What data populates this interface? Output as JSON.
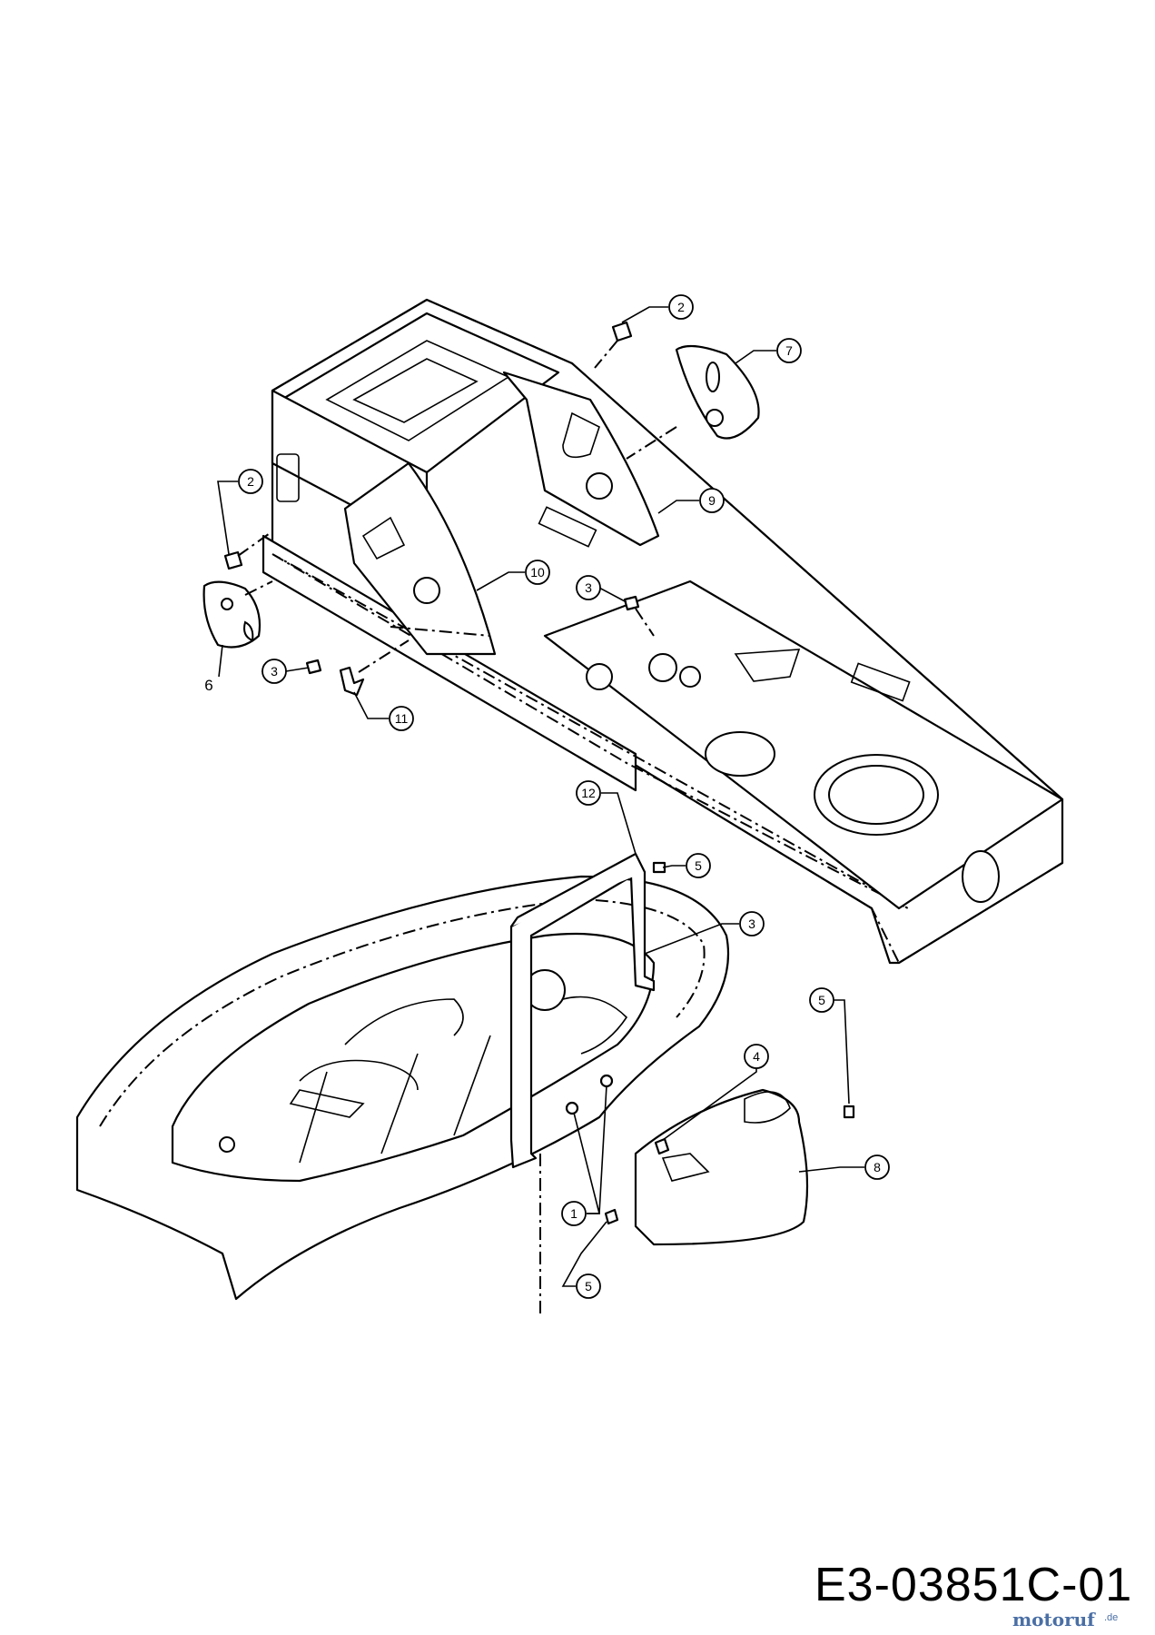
{
  "drawing_code": "E3-03851C-01",
  "watermark": {
    "brand": "motoruf",
    "suffix": ".de"
  },
  "callouts": [
    {
      "id": "c2a",
      "label": "2"
    },
    {
      "id": "c7",
      "label": "7"
    },
    {
      "id": "c2b",
      "label": "2"
    },
    {
      "id": "c9",
      "label": "9"
    },
    {
      "id": "c10",
      "label": "10"
    },
    {
      "id": "c3a",
      "label": "3"
    },
    {
      "id": "c3b",
      "label": "3"
    },
    {
      "id": "c11",
      "label": "11"
    },
    {
      "id": "c12",
      "label": "12"
    },
    {
      "id": "c5a",
      "label": "5"
    },
    {
      "id": "c3c",
      "label": "3"
    },
    {
      "id": "c5b",
      "label": "5"
    },
    {
      "id": "c4",
      "label": "4"
    },
    {
      "id": "c8",
      "label": "8"
    },
    {
      "id": "c1",
      "label": "1"
    },
    {
      "id": "c5c",
      "label": "5"
    }
  ],
  "plain_labels": [
    {
      "id": "l6",
      "label": "6"
    }
  ]
}
